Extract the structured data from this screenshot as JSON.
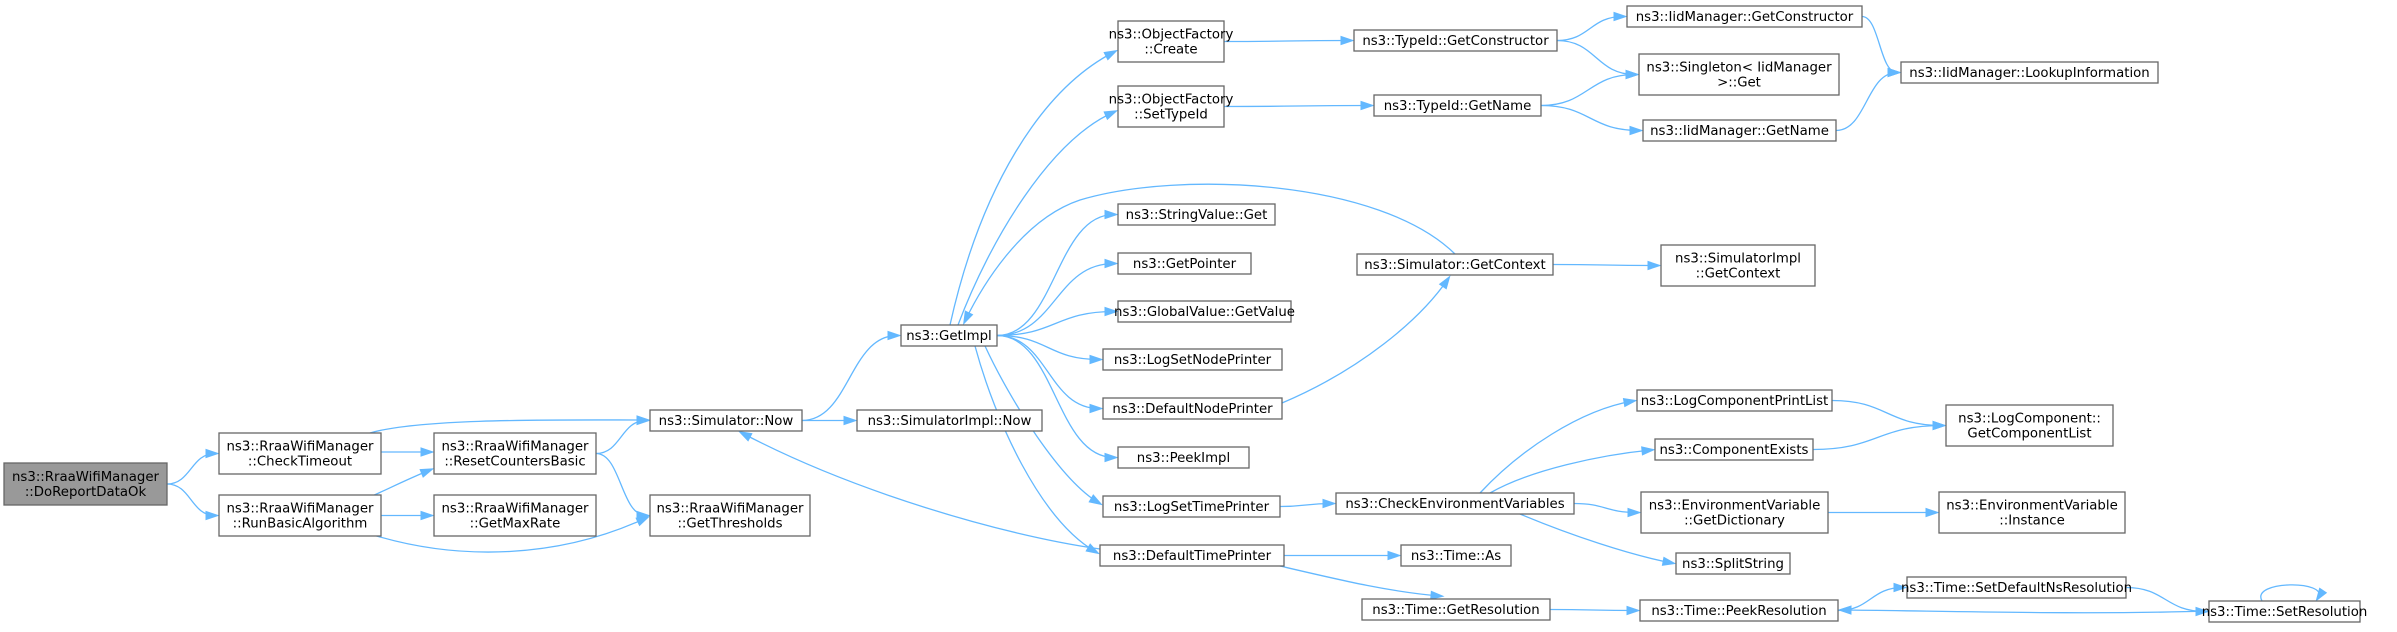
{
  "graph": {
    "nodes": [
      {
        "id": "n0",
        "root": true,
        "lines": [
          "ns3::RraaWifiManager",
          "::DoReportDataOk"
        ]
      },
      {
        "id": "n1",
        "lines": [
          "ns3::RraaWifiManager",
          "::CheckTimeout"
        ]
      },
      {
        "id": "n2",
        "lines": [
          "ns3::RraaWifiManager",
          "::RunBasicAlgorithm"
        ]
      },
      {
        "id": "n3",
        "lines": [
          "ns3::RraaWifiManager",
          "::ResetCountersBasic"
        ]
      },
      {
        "id": "n4",
        "lines": [
          "ns3::RraaWifiManager",
          "::GetMaxRate"
        ]
      },
      {
        "id": "n5",
        "lines": [
          "ns3::Simulator::Now"
        ]
      },
      {
        "id": "n6",
        "lines": [
          "ns3::RraaWifiManager",
          "::GetThresholds"
        ]
      },
      {
        "id": "n7",
        "lines": [
          "ns3::GetImpl"
        ]
      },
      {
        "id": "n8",
        "lines": [
          "ns3::SimulatorImpl::Now"
        ]
      },
      {
        "id": "n9",
        "lines": [
          "ns3::ObjectFactory",
          "::Create"
        ]
      },
      {
        "id": "n10",
        "lines": [
          "ns3::ObjectFactory",
          "::SetTypeId"
        ]
      },
      {
        "id": "n11",
        "lines": [
          "ns3::StringValue::Get"
        ]
      },
      {
        "id": "n12",
        "lines": [
          "ns3::GetPointer"
        ]
      },
      {
        "id": "n13",
        "lines": [
          "ns3::GlobalValue::GetValue"
        ]
      },
      {
        "id": "n14",
        "lines": [
          "ns3::LogSetNodePrinter"
        ]
      },
      {
        "id": "n15",
        "lines": [
          "ns3::DefaultNodePrinter"
        ]
      },
      {
        "id": "n16",
        "lines": [
          "ns3::PeekImpl"
        ]
      },
      {
        "id": "n17",
        "lines": [
          "ns3::LogSetTimePrinter"
        ]
      },
      {
        "id": "n18",
        "lines": [
          "ns3::DefaultTimePrinter"
        ]
      },
      {
        "id": "n19",
        "lines": [
          "ns3::TypeId::GetConstructor"
        ]
      },
      {
        "id": "n20",
        "lines": [
          "ns3::TypeId::GetName"
        ]
      },
      {
        "id": "n21",
        "lines": [
          "ns3::Simulator::GetContext"
        ]
      },
      {
        "id": "n22",
        "lines": [
          "ns3::CheckEnvironmentVariables"
        ]
      },
      {
        "id": "n23",
        "lines": [
          "ns3::Time::As"
        ]
      },
      {
        "id": "n24",
        "lines": [
          "ns3::Time::GetResolution"
        ]
      },
      {
        "id": "n25",
        "lines": [
          "ns3::IidManager::GetConstructor"
        ]
      },
      {
        "id": "n26",
        "lines": [
          "ns3::Singleton< IidManager",
          " >::Get"
        ]
      },
      {
        "id": "n27",
        "lines": [
          "ns3::IidManager::GetName"
        ]
      },
      {
        "id": "n28",
        "lines": [
          "ns3::SimulatorImpl",
          "::GetContext"
        ]
      },
      {
        "id": "n29",
        "lines": [
          "ns3::LogComponentPrintList"
        ]
      },
      {
        "id": "n30",
        "lines": [
          "ns3::ComponentExists"
        ]
      },
      {
        "id": "n31",
        "lines": [
          "ns3::EnvironmentVariable",
          "::GetDictionary"
        ]
      },
      {
        "id": "n32",
        "lines": [
          "ns3::SplitString"
        ]
      },
      {
        "id": "n33",
        "lines": [
          "ns3::Time::PeekResolution"
        ]
      },
      {
        "id": "n34",
        "lines": [
          "ns3::IidManager::LookupInformation"
        ]
      },
      {
        "id": "n35",
        "lines": [
          "ns3::LogComponent::",
          "GetComponentList"
        ]
      },
      {
        "id": "n36",
        "lines": [
          "ns3::EnvironmentVariable",
          "::Instance"
        ]
      },
      {
        "id": "n37",
        "lines": [
          "ns3::Time::SetDefaultNsResolution"
        ]
      },
      {
        "id": "n38",
        "lines": [
          "ns3::Time::SetResolution"
        ]
      }
    ],
    "edges": [
      [
        "n0",
        "n1"
      ],
      [
        "n0",
        "n2"
      ],
      [
        "n1",
        "n3"
      ],
      [
        "n1",
        "n5"
      ],
      [
        "n2",
        "n3"
      ],
      [
        "n2",
        "n4"
      ],
      [
        "n2",
        "n6"
      ],
      [
        "n3",
        "n5"
      ],
      [
        "n3",
        "n6"
      ],
      [
        "n5",
        "n7"
      ],
      [
        "n5",
        "n8"
      ],
      [
        "n7",
        "n9"
      ],
      [
        "n7",
        "n10"
      ],
      [
        "n7",
        "n11"
      ],
      [
        "n7",
        "n12"
      ],
      [
        "n7",
        "n13"
      ],
      [
        "n7",
        "n14"
      ],
      [
        "n7",
        "n15"
      ],
      [
        "n7",
        "n16"
      ],
      [
        "n7",
        "n17"
      ],
      [
        "n7",
        "n18"
      ],
      [
        "n9",
        "n19"
      ],
      [
        "n10",
        "n20"
      ],
      [
        "n15",
        "n21"
      ],
      [
        "n21",
        "n7"
      ],
      [
        "n21",
        "n28"
      ],
      [
        "n17",
        "n22"
      ],
      [
        "n18",
        "n5"
      ],
      [
        "n18",
        "n23"
      ],
      [
        "n18",
        "n24"
      ],
      [
        "n19",
        "n25"
      ],
      [
        "n19",
        "n26"
      ],
      [
        "n20",
        "n26"
      ],
      [
        "n20",
        "n27"
      ],
      [
        "n25",
        "n34"
      ],
      [
        "n27",
        "n34"
      ],
      [
        "n22",
        "n29"
      ],
      [
        "n22",
        "n30"
      ],
      [
        "n22",
        "n31"
      ],
      [
        "n22",
        "n32"
      ],
      [
        "n29",
        "n35"
      ],
      [
        "n30",
        "n35"
      ],
      [
        "n31",
        "n36"
      ],
      [
        "n24",
        "n33"
      ],
      [
        "n33",
        "n37"
      ],
      [
        "n37",
        "n38"
      ],
      [
        "n38",
        "n33"
      ],
      [
        "n38",
        "n38"
      ]
    ]
  }
}
